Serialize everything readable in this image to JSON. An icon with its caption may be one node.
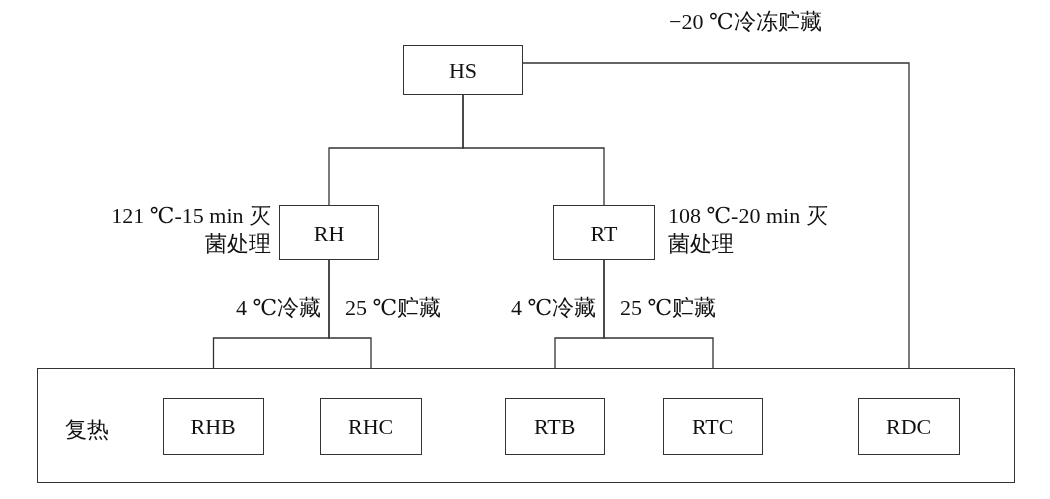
{
  "diagram": {
    "nodes": [
      {
        "text": [
          "HS"
        ]
      },
      {
        "text": [
          "RH"
        ],
        "beside": [
          "121 ℃-15 min 灭菌处理"
        ]
      },
      {
        "text": [
          "RT"
        ],
        "beside": [
          "108 ℃-20 min 灭菌处理"
        ]
      },
      {
        "text": [
          "复热"
        ]
      },
      {
        "text": [
          "RHB"
        ],
        "in": 3
      },
      {
        "text": [
          "RHC"
        ],
        "in": 3
      },
      {
        "text": [
          "RTB"
        ],
        "in": 3
      },
      {
        "text": [
          "RTC"
        ],
        "in": 3
      },
      {
        "text": [
          "RDC"
        ],
        "in": 3
      }
    ],
    "edges": [
      {
        "from": 0,
        "to": 1,
        "arrow": "none"
      },
      {
        "from": 0,
        "to": 2,
        "arrow": "none"
      },
      {
        "from": 0,
        "to": 8,
        "arrow": "none",
        "label": "−20 ℃冷冻贮藏"
      },
      {
        "from": 1,
        "to": 4,
        "arrow": "none",
        "label": "4 ℃冷藏"
      },
      {
        "from": 1,
        "to": 5,
        "arrow": "none",
        "label": "25 ℃贮藏"
      },
      {
        "from": 2,
        "to": 6,
        "arrow": "none",
        "label": "4 ℃冷藏"
      },
      {
        "from": 2,
        "to": 7,
        "arrow": "none",
        "label": "25 ℃贮藏"
      }
    ]
  }
}
